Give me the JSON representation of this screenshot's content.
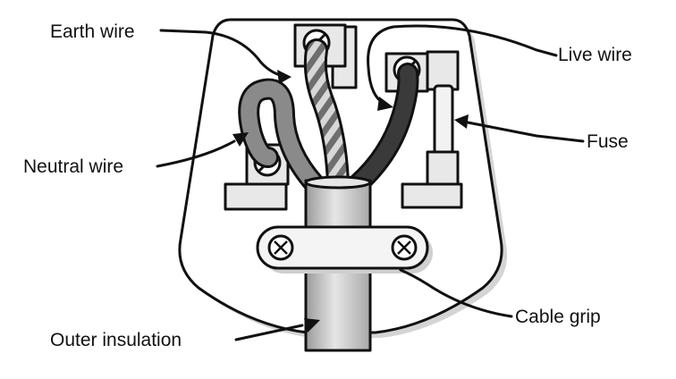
{
  "labels": {
    "earth_wire": "Earth wire",
    "live_wire": "Live wire",
    "fuse": "Fuse",
    "neutral_wire": "Neutral wire",
    "cable_grip": "Cable grip",
    "outer_insulation": "Outer insulation"
  },
  "colors": {
    "casing": "#ffffff",
    "shadow": "#d4d4d4",
    "terminal": "#e8e8e8",
    "neutral_wire": "#8a8a8a",
    "live_wire": "#3a3a3a",
    "earth_stripe_light": "#d8d8d8",
    "earth_stripe_dark": "#6e6e6e",
    "cable": "#cfcfcf",
    "fuse": "#f2f2f2",
    "ink": "#111111"
  }
}
